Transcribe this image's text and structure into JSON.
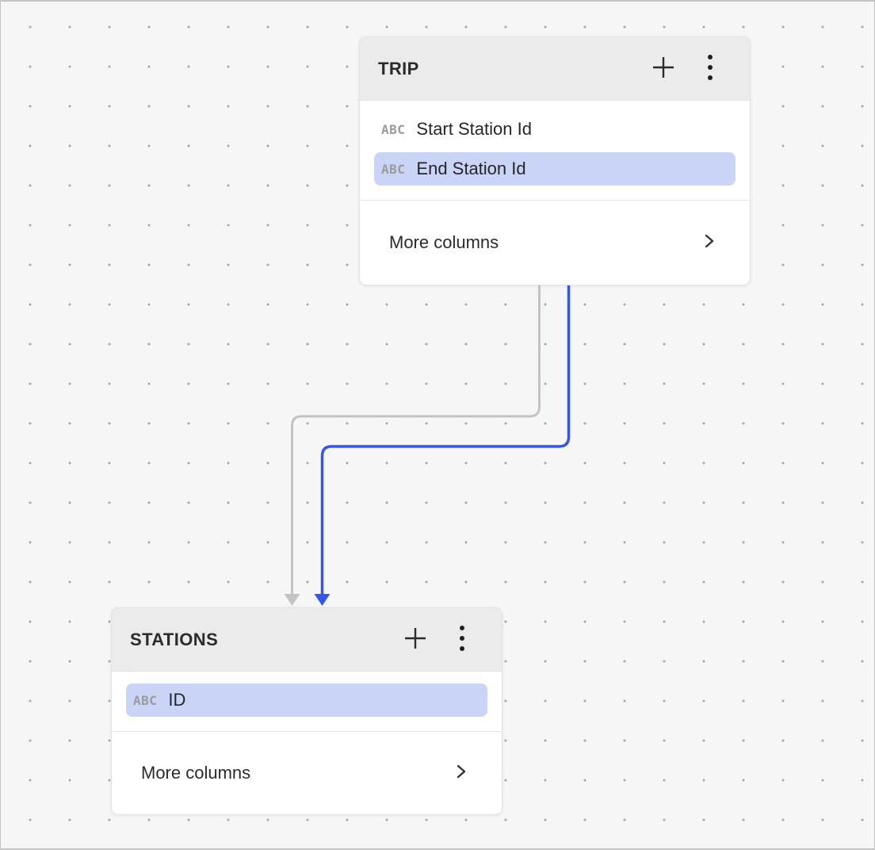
{
  "app": {
    "view": "schema-diagram-canvas"
  },
  "tables": [
    {
      "title": "TRIP",
      "header_icons": [
        "plus-icon",
        "kebab-menu-icon"
      ],
      "columns": [
        {
          "icon": "ABC",
          "label": "Start Station Id",
          "highlighted": false
        },
        {
          "icon": "ABC",
          "label": "End Station Id",
          "highlighted": true
        }
      ],
      "footer": {
        "label": "More columns",
        "icon": "chevron-right-icon"
      }
    },
    {
      "title": "STATIONS",
      "header_icons": [
        "plus-icon",
        "kebab-menu-icon"
      ],
      "columns": [
        {
          "icon": "ABC",
          "label": "ID",
          "highlighted": true
        }
      ],
      "footer": {
        "label": "More columns",
        "icon": "chevron-right-icon"
      }
    }
  ],
  "relationships": [
    {
      "from_table": "TRIP",
      "from_column": "Start Station Id",
      "to_table": "STATIONS",
      "to_column": "ID",
      "color": "#c3c3c3",
      "selected": false
    },
    {
      "from_table": "TRIP",
      "from_column": "End Station Id",
      "to_table": "STATIONS",
      "to_column": "ID",
      "color": "#3457e6",
      "selected": true
    }
  ],
  "colors": {
    "accent_blue": "#3457e6",
    "edge_gray": "#c3c3c3",
    "column_highlight": "#c9d4f7",
    "card_header_bg": "#ebebeb",
    "card_bg": "#ffffff",
    "canvas_bg": "#f6f6f6",
    "grid_dot": "#a9a9a9"
  }
}
